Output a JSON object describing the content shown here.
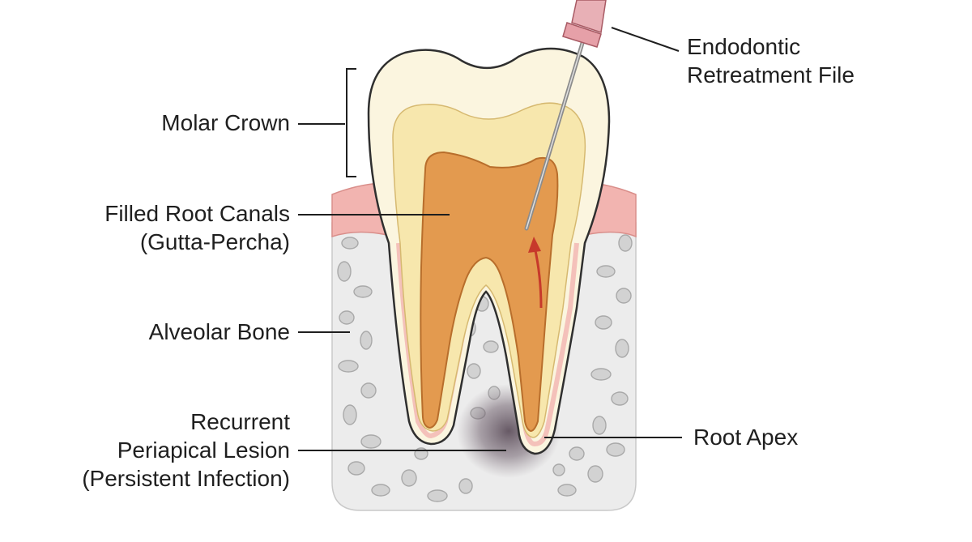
{
  "labels": {
    "molar_crown": [
      "Molar Crown"
    ],
    "filled_canals": [
      "Filled Root Canals",
      "(Gutta-Percha)"
    ],
    "alveolar_bone": [
      "Alveolar Bone"
    ],
    "lesion": [
      "Recurrent",
      "Periapical Lesion",
      "(Persistent Infection)"
    ],
    "file": [
      "Endodontic",
      "Retreatment File"
    ],
    "root_apex": [
      "Root Apex"
    ]
  },
  "colors": {
    "enamel": "#fbf5df",
    "dentin": "#f7e7ad",
    "pulp_fill": "#e39a4f",
    "gum": "#f2b4b0",
    "bone": "#ececec",
    "lesion": "#6e5f6c",
    "file_handle": "#e6a0a8",
    "arrow": "#c7392b"
  }
}
